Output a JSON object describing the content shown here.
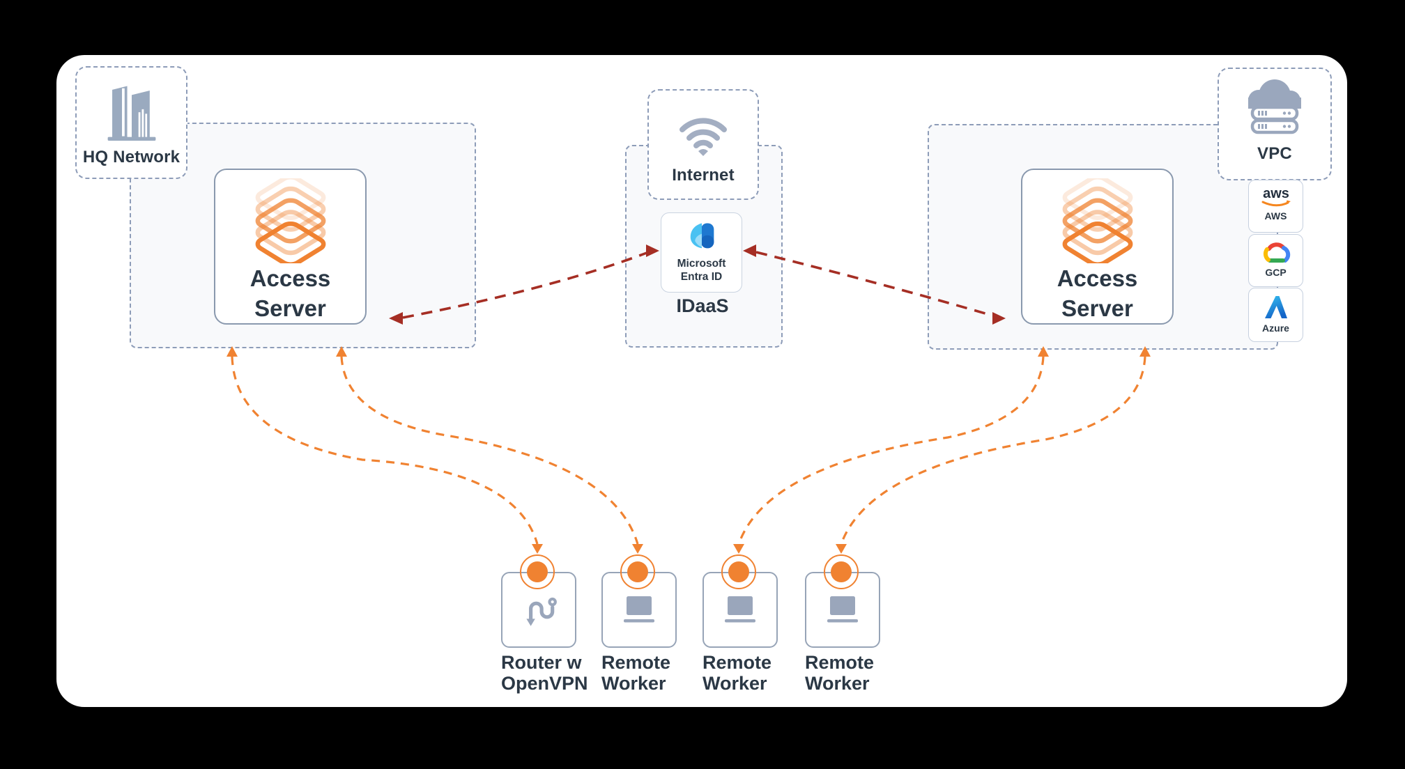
{
  "colors": {
    "background": "#000000",
    "canvas": "#ffffff",
    "container_fill": "#f8f9fb",
    "dashed_border": "#8d9cb8",
    "solid_border": "#8a99ae",
    "icon_gray": "#9aa6bb",
    "text_dark": "#2b3845",
    "orange": "#f08231",
    "dark_red": "#a52e24"
  },
  "zones": {
    "hq": {
      "label": "HQ Network"
    },
    "internet": {
      "label": "Internet"
    },
    "vpc": {
      "label": "VPC"
    },
    "idaas": {
      "label": "IDaaS"
    }
  },
  "nodes": {
    "access_server_left": {
      "line1": "Access",
      "line2": "Server"
    },
    "access_server_right": {
      "line1": "Access",
      "line2": "Server"
    },
    "entra": {
      "line1": "Microsoft",
      "line2": "Entra ID"
    }
  },
  "providers": [
    {
      "label": "AWS",
      "logo_text": "aws"
    },
    {
      "label": "GCP"
    },
    {
      "label": "Azure"
    }
  ],
  "endpoints": [
    {
      "line1": "Router w",
      "line2": "OpenVPN"
    },
    {
      "line1": "Remote",
      "line2": "Worker"
    },
    {
      "line1": "Remote",
      "line2": "Worker"
    },
    {
      "line1": "Remote",
      "line2": "Worker"
    }
  ],
  "connections": [
    {
      "from": "router-openvpn",
      "to": "access-server-left",
      "type": "vpn-tunnel"
    },
    {
      "from": "remote-worker-1",
      "to": "access-server-left",
      "type": "vpn-tunnel"
    },
    {
      "from": "remote-worker-2",
      "to": "access-server-right",
      "type": "vpn-tunnel"
    },
    {
      "from": "remote-worker-3",
      "to": "access-server-right",
      "type": "vpn-tunnel"
    },
    {
      "from": "access-server-left",
      "to": "microsoft-entra-id",
      "type": "identity-federation"
    },
    {
      "from": "access-server-right",
      "to": "microsoft-entra-id",
      "type": "identity-federation"
    }
  ]
}
